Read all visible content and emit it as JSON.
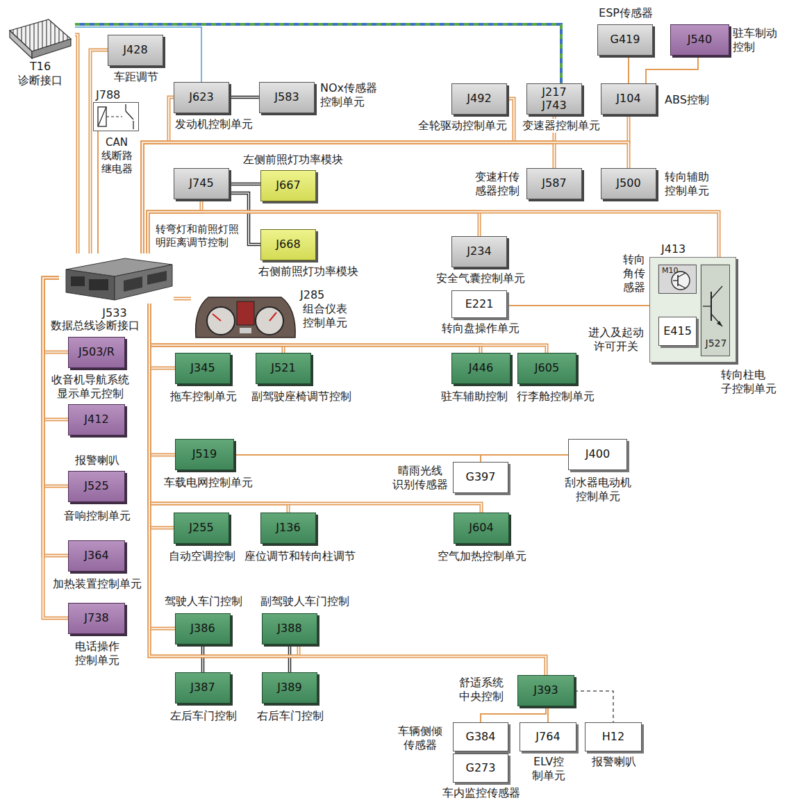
{
  "diagram": {
    "nodes": [
      {
        "text": [
          "T16 诊断接口"
        ]
      },
      {
        "text": [
          "J428",
          "车距调节"
        ]
      },
      {
        "text": [
          "J788",
          "CAN 线断路 继电器"
        ]
      },
      {
        "text": [
          "J623",
          "发动机控制单元"
        ]
      },
      {
        "text": [
          "J583",
          "NOx传感器 控制单元"
        ]
      },
      {
        "text": [
          "J492",
          "全轮驱动控制单元"
        ]
      },
      {
        "text": [
          "J217 J743",
          "变速器控制单元"
        ]
      },
      {
        "text": [
          "G419",
          "ESP传感器"
        ]
      },
      {
        "text": [
          "J540",
          "驻车制动 控制"
        ]
      },
      {
        "text": [
          "J104",
          "ABS控制"
        ]
      },
      {
        "text": [
          "J745",
          "转弯灯和前照灯照 明距离调节控制"
        ]
      },
      {
        "text": [
          "J667",
          "左侧前照灯功率模块"
        ]
      },
      {
        "text": [
          "J668",
          "右侧前照灯功率模块"
        ]
      },
      {
        "text": [
          "J587",
          "变速杆传 感器控制"
        ]
      },
      {
        "text": [
          "J500",
          "转向辅助 控制单元"
        ]
      },
      {
        "text": [
          "J533",
          "数据总线诊断接口"
        ]
      },
      {
        "text": [
          "J285",
          "组合仪表 控制单元"
        ]
      },
      {
        "text": [
          "J234",
          "安全气囊控制单元"
        ]
      },
      {
        "text": [
          "E221",
          "转向盘操作单元"
        ]
      },
      {
        "text": [
          "J413"
        ]
      },
      {
        "text": [
          "M10",
          "转向 角传 感器"
        ],
        "in": 19
      },
      {
        "text": [
          "E415",
          "进入及起动 许可开关"
        ],
        "in": 19
      },
      {
        "text": [
          "J527",
          "转向柱电 子控制单元"
        ],
        "in": 19
      },
      {
        "text": [
          "J345",
          "拖车控制单元"
        ]
      },
      {
        "text": [
          "J521",
          "副驾驶座椅调节控制"
        ]
      },
      {
        "text": [
          "J446",
          "驻车辅助控制"
        ]
      },
      {
        "text": [
          "J605",
          "行李舱控制单元"
        ]
      },
      {
        "text": [
          "J503/R",
          "收音机导航系统 显示单元控制"
        ]
      },
      {
        "text": [
          "J412",
          "报警喇叭"
        ]
      },
      {
        "text": [
          "J525",
          "音响控制单元"
        ]
      },
      {
        "text": [
          "J364",
          "加热装置控制单元"
        ]
      },
      {
        "text": [
          "J738",
          "电话操作 控制单元"
        ]
      },
      {
        "text": [
          "J519",
          "车载电网控制单元"
        ]
      },
      {
        "text": [
          "G397",
          "晴雨光线 识别传感器"
        ]
      },
      {
        "text": [
          "J400",
          "刮水器电动机 控制单元"
        ]
      },
      {
        "text": [
          "J255",
          "自动空调控制"
        ]
      },
      {
        "text": [
          "J136",
          "座位调节和转向柱调节"
        ]
      },
      {
        "text": [
          "J604",
          "空气加热控制单元"
        ]
      },
      {
        "text": [
          "J386",
          "驾驶人车门控制"
        ]
      },
      {
        "text": [
          "J388",
          "副驾驶人车门控制"
        ]
      },
      {
        "text": [
          "J387",
          "左后车门控制"
        ]
      },
      {
        "text": [
          "J389",
          "右后车门控制"
        ]
      },
      {
        "text": [
          "J393",
          "舒适系统 中央控制"
        ]
      },
      {
        "text": [
          "G384",
          "车辆侧倾 传感器"
        ]
      },
      {
        "text": [
          "G273",
          "车内监控传感器"
        ]
      },
      {
        "text": [
          "J764",
          "ELV控 制单元"
        ]
      },
      {
        "text": [
          "H12",
          "报警喇叭"
        ]
      }
    ],
    "edges": [
      {
        "from": 0,
        "to": 15,
        "arrow": "none"
      },
      {
        "from": 0,
        "to": 6,
        "arrow": "none"
      },
      {
        "from": 0,
        "to": 3,
        "arrow": "none"
      },
      {
        "from": 15,
        "to": 2,
        "arrow": "none"
      },
      {
        "from": 15,
        "to": 1,
        "arrow": "none"
      },
      {
        "from": 15,
        "to": 3,
        "arrow": "none"
      },
      {
        "from": 15,
        "to": 5,
        "arrow": "none"
      },
      {
        "from": 15,
        "to": 6,
        "arrow": "none"
      },
      {
        "from": 15,
        "to": 9,
        "arrow": "none"
      },
      {
        "from": 15,
        "to": 13,
        "arrow": "none"
      },
      {
        "from": 15,
        "to": 14,
        "arrow": "none"
      },
      {
        "from": 3,
        "to": 4,
        "arrow": "none"
      },
      {
        "from": 9,
        "to": 7,
        "arrow": "none"
      },
      {
        "from": 9,
        "to": 8,
        "arrow": "none"
      },
      {
        "from": 15,
        "to": 10,
        "arrow": "none"
      },
      {
        "from": 10,
        "to": 11,
        "arrow": "none"
      },
      {
        "from": 10,
        "to": 12,
        "arrow": "none"
      },
      {
        "from": 15,
        "to": 17,
        "arrow": "none"
      },
      {
        "from": 15,
        "to": 19,
        "arrow": "none"
      },
      {
        "from": 18,
        "to": 19,
        "arrow": "none"
      },
      {
        "from": 15,
        "to": 16,
        "arrow": "none"
      },
      {
        "from": 15,
        "to": 23,
        "arrow": "none"
      },
      {
        "from": 15,
        "to": 24,
        "arrow": "none"
      },
      {
        "from": 15,
        "to": 25,
        "arrow": "none"
      },
      {
        "from": 15,
        "to": 26,
        "arrow": "none"
      },
      {
        "from": 15,
        "to": 27,
        "arrow": "none"
      },
      {
        "from": 15,
        "to": 28,
        "arrow": "none"
      },
      {
        "from": 15,
        "to": 29,
        "arrow": "none"
      },
      {
        "from": 15,
        "to": 30,
        "arrow": "none"
      },
      {
        "from": 15,
        "to": 31,
        "arrow": "none"
      },
      {
        "from": 15,
        "to": 32,
        "arrow": "none"
      },
      {
        "from": 32,
        "to": 33,
        "arrow": "none"
      },
      {
        "from": 32,
        "to": 34,
        "arrow": "none"
      },
      {
        "from": 15,
        "to": 35,
        "arrow": "none"
      },
      {
        "from": 15,
        "to": 36,
        "arrow": "none"
      },
      {
        "from": 15,
        "to": 37,
        "arrow": "none"
      },
      {
        "from": 15,
        "to": 38,
        "arrow": "none"
      },
      {
        "from": 15,
        "to": 39,
        "arrow": "none"
      },
      {
        "from": 38,
        "to": 40,
        "arrow": "none"
      },
      {
        "from": 39,
        "to": 41,
        "arrow": "none"
      },
      {
        "from": 15,
        "to": 42,
        "arrow": "none"
      },
      {
        "from": 42,
        "to": 43,
        "arrow": "none"
      },
      {
        "from": 42,
        "to": 45,
        "arrow": "none"
      },
      {
        "from": 42,
        "to": 46,
        "arrow": "none"
      }
    ]
  }
}
